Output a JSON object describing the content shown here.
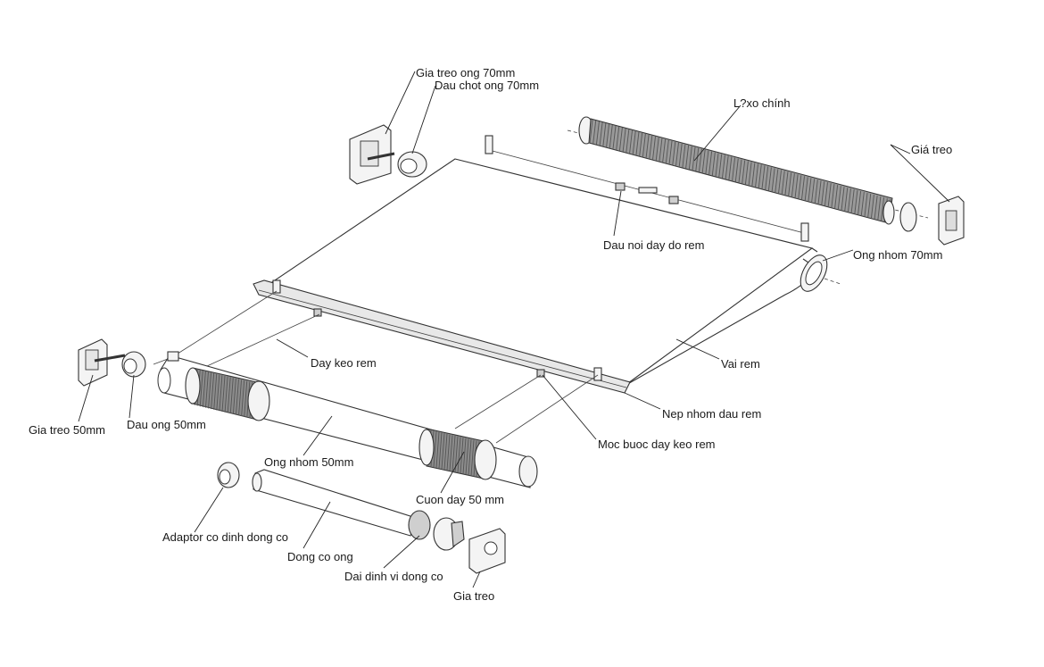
{
  "labels": {
    "gia_treo_ong_70": "Gia treo ong 70mm",
    "dau_chot_ong_70": "Dau chot ong 70mm",
    "lo_xo_chinh": "L?xo chính",
    "gia_treo_right": "Giá treo",
    "dau_noi_day": "Dau noi day do rem",
    "ong_nhom_70": "Ong nhom 70mm",
    "day_keo_rem": "Day keo rem",
    "vai_rem": "Vai rem",
    "gia_treo_50": "Gia treo 50mm",
    "dau_ong_50": "Dau ong 50mm",
    "nep_nhom": "Nep nhom dau rem",
    "moc_buoc": "Moc buoc day keo rem",
    "ong_nhom_50": "Ong nhom 50mm",
    "cuon_day_50": "Cuon day 50 mm",
    "adaptor": "Adaptor co dinh dong co",
    "dong_co_ong": "Dong co ong",
    "dai_dinh_vi": "Dai dinh vi dong co",
    "gia_treo_bottom": "Gia treo"
  }
}
